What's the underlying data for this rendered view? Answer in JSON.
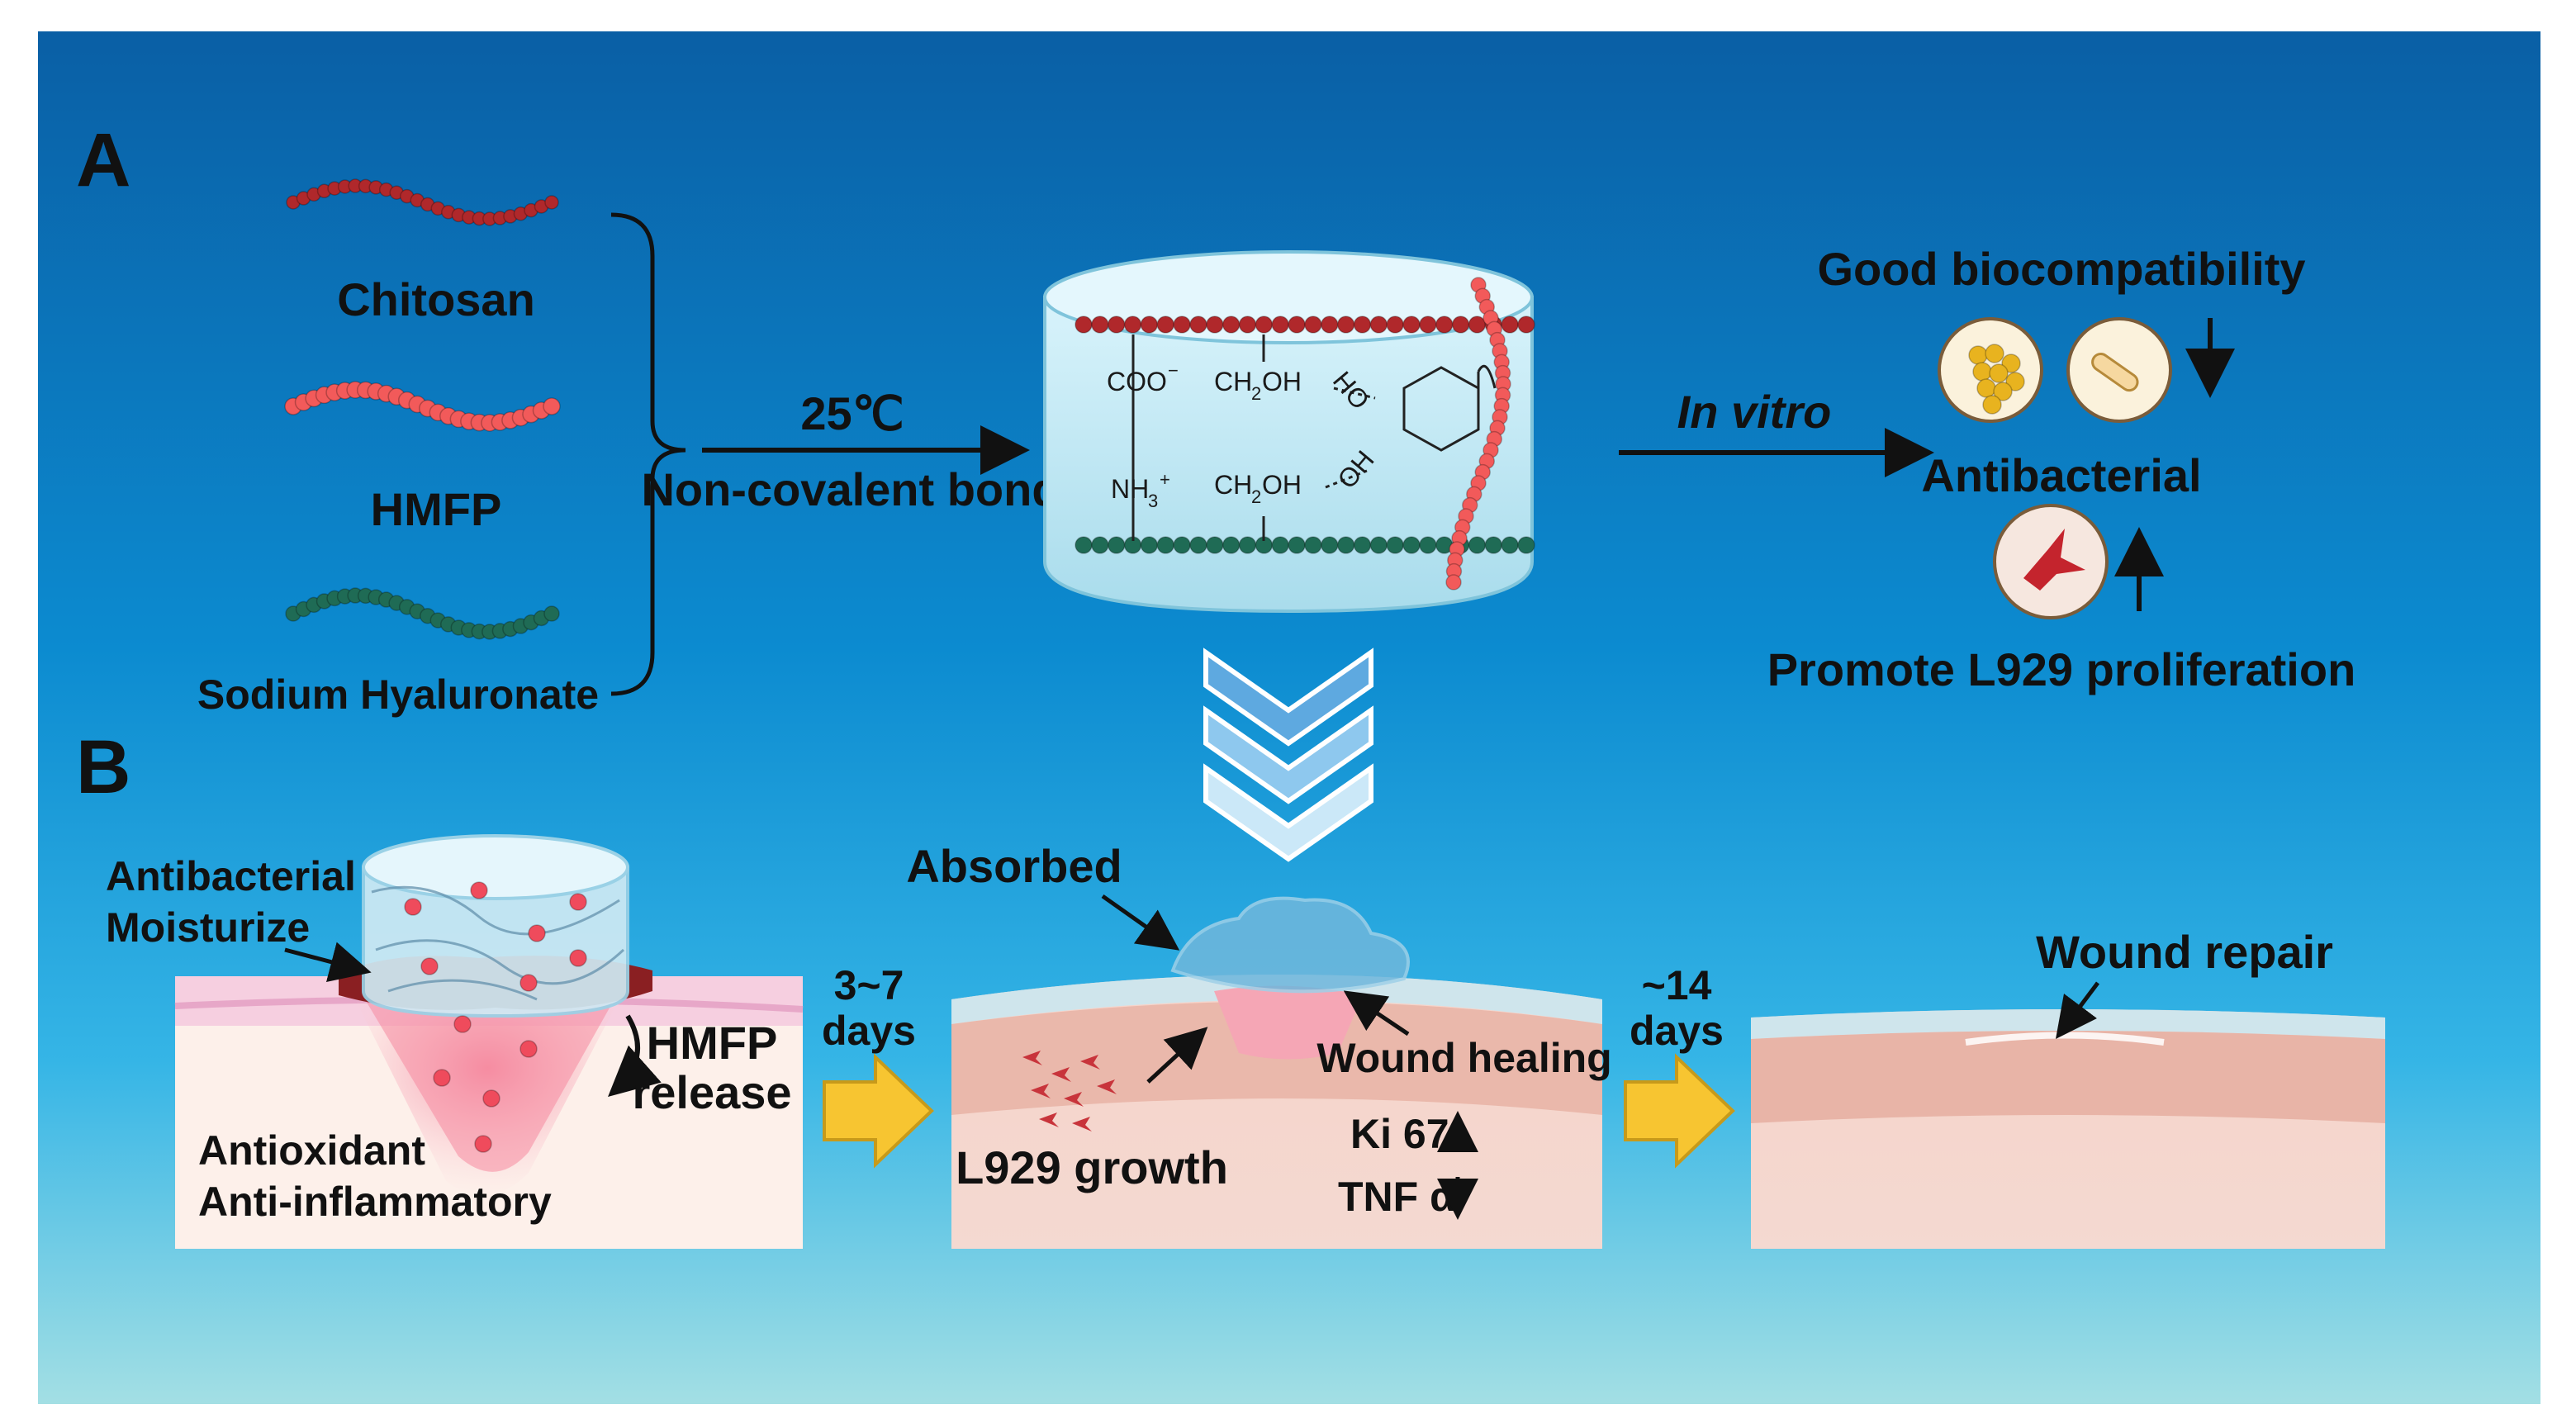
{
  "panel_a": {
    "letter": "A",
    "components": [
      {
        "label": "Chitosan",
        "color": "#b0282b"
      },
      {
        "label": "HMFP",
        "color": "#f25a5a"
      },
      {
        "label": "Sodium Hyaluronate",
        "color": "#1f6b55"
      }
    ],
    "reaction": {
      "temperature": "25℃",
      "bond": "Non-covalent bond"
    },
    "chemistry": {
      "coo": "COO",
      "coo_sup": "−",
      "ch2oh": "CH",
      "ch2oh_sub": "2",
      "ch2oh_tail": "OH",
      "nh3": "NH",
      "nh3_sub": "3",
      "nh3_sup": "+",
      "ho": "HO",
      "oh": "OH"
    },
    "in_vitro": "In vitro",
    "outcomes": {
      "biocompatibility": "Good biocompatibility",
      "antibacterial": "Antibacterial",
      "proliferation": "Promote L929 proliferation"
    }
  },
  "panel_b": {
    "letter": "B",
    "stage1": {
      "antibacterial": "Antibacterial",
      "moisturize": "Moisturize",
      "hmfp": "HMFP",
      "release": "release",
      "antioxidant": "Antioxidant",
      "anti_inflammatory": "Anti-inflammatory"
    },
    "transition1": {
      "line1": "3~7",
      "line2": "days"
    },
    "stage2": {
      "absorbed": "Absorbed",
      "wound_healing": "Wound healing",
      "l929_growth": "L929 growth",
      "ki67": "Ki 67",
      "tnf": "TNF α"
    },
    "transition2": {
      "line1": "~14",
      "line2": "days"
    },
    "stage3": {
      "wound_repair": "Wound repair"
    }
  },
  "colors": {
    "background_top": "#0a63a8",
    "background_bottom": "#9fdde3",
    "chitosan": "#b0282b",
    "hmfp": "#f25a5a",
    "hyaluronate": "#1f6b55",
    "skin": "#f1c9be",
    "wound": "#f3a6b2",
    "arrow_yellow": "#f7c531"
  }
}
